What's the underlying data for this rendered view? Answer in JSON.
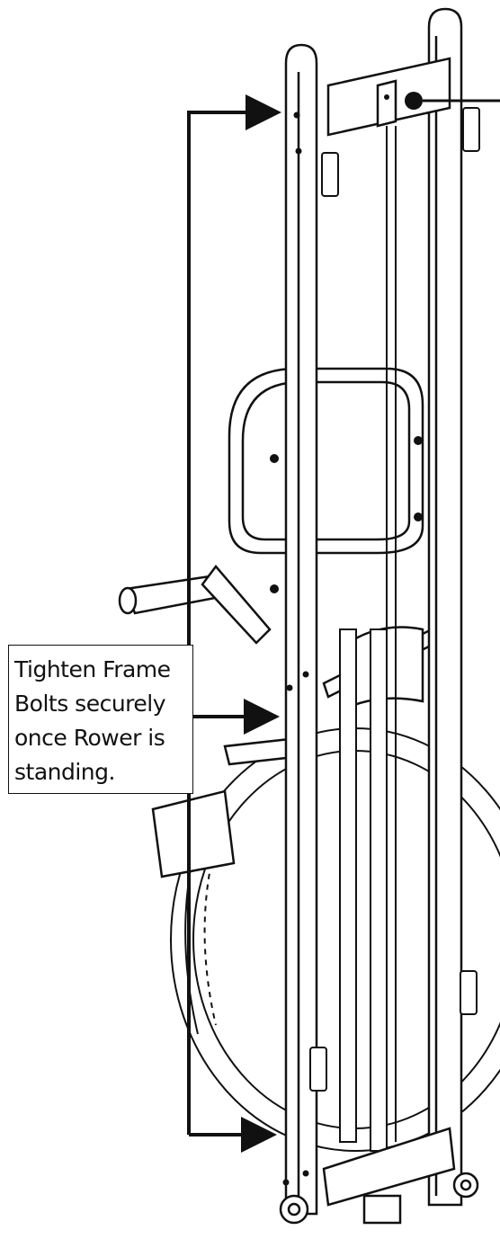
{
  "callout": {
    "lines": [
      "Tighten Frame",
      "Bolts securely",
      "once Rower is",
      "standing."
    ]
  },
  "colors": {
    "ink": "#111111",
    "paper": "#ffffff"
  },
  "icons": {
    "pointer": "arrowhead",
    "bolt_marker": "filled-circle"
  }
}
